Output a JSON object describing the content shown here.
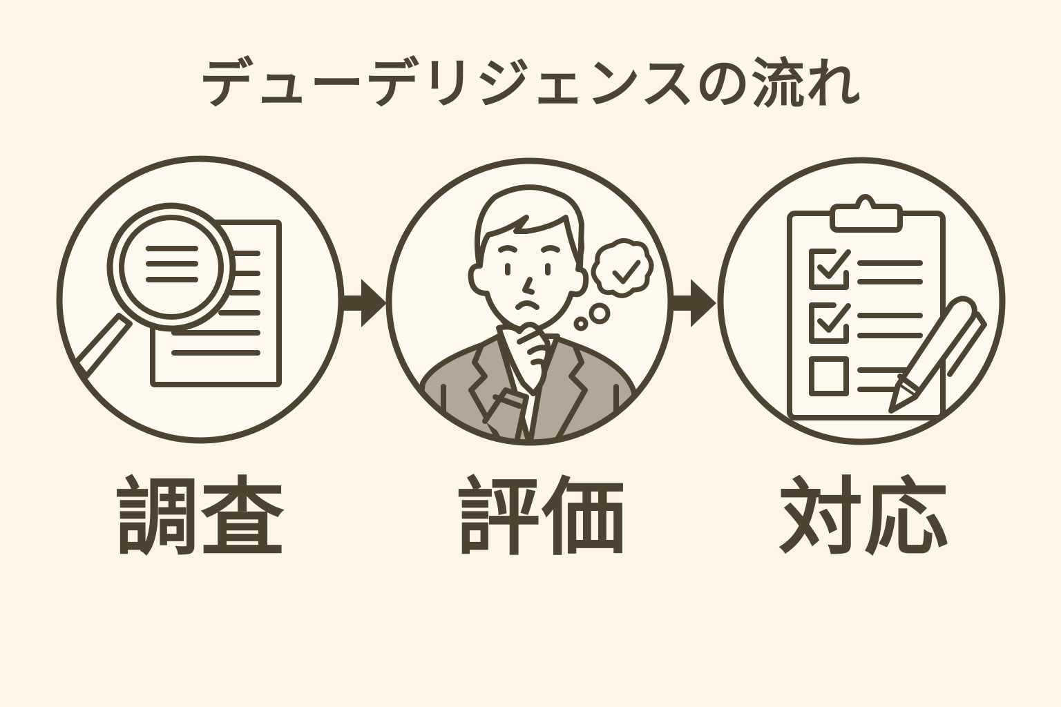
{
  "title": "デューデリジェンスの流れ",
  "colors": {
    "background": "#FDF5E6",
    "circle_fill": "#FEF9EE",
    "stroke": "#4E4231",
    "suit_fill": "#B1A898"
  },
  "steps": [
    {
      "label": "調査",
      "icon": "magnifier-document-icon"
    },
    {
      "label": "評価",
      "icon": "thinking-person-icon"
    },
    {
      "label": "対応",
      "icon": "clipboard-checklist-icon"
    }
  ],
  "arrows": [
    "right-arrow-icon",
    "right-arrow-icon"
  ]
}
